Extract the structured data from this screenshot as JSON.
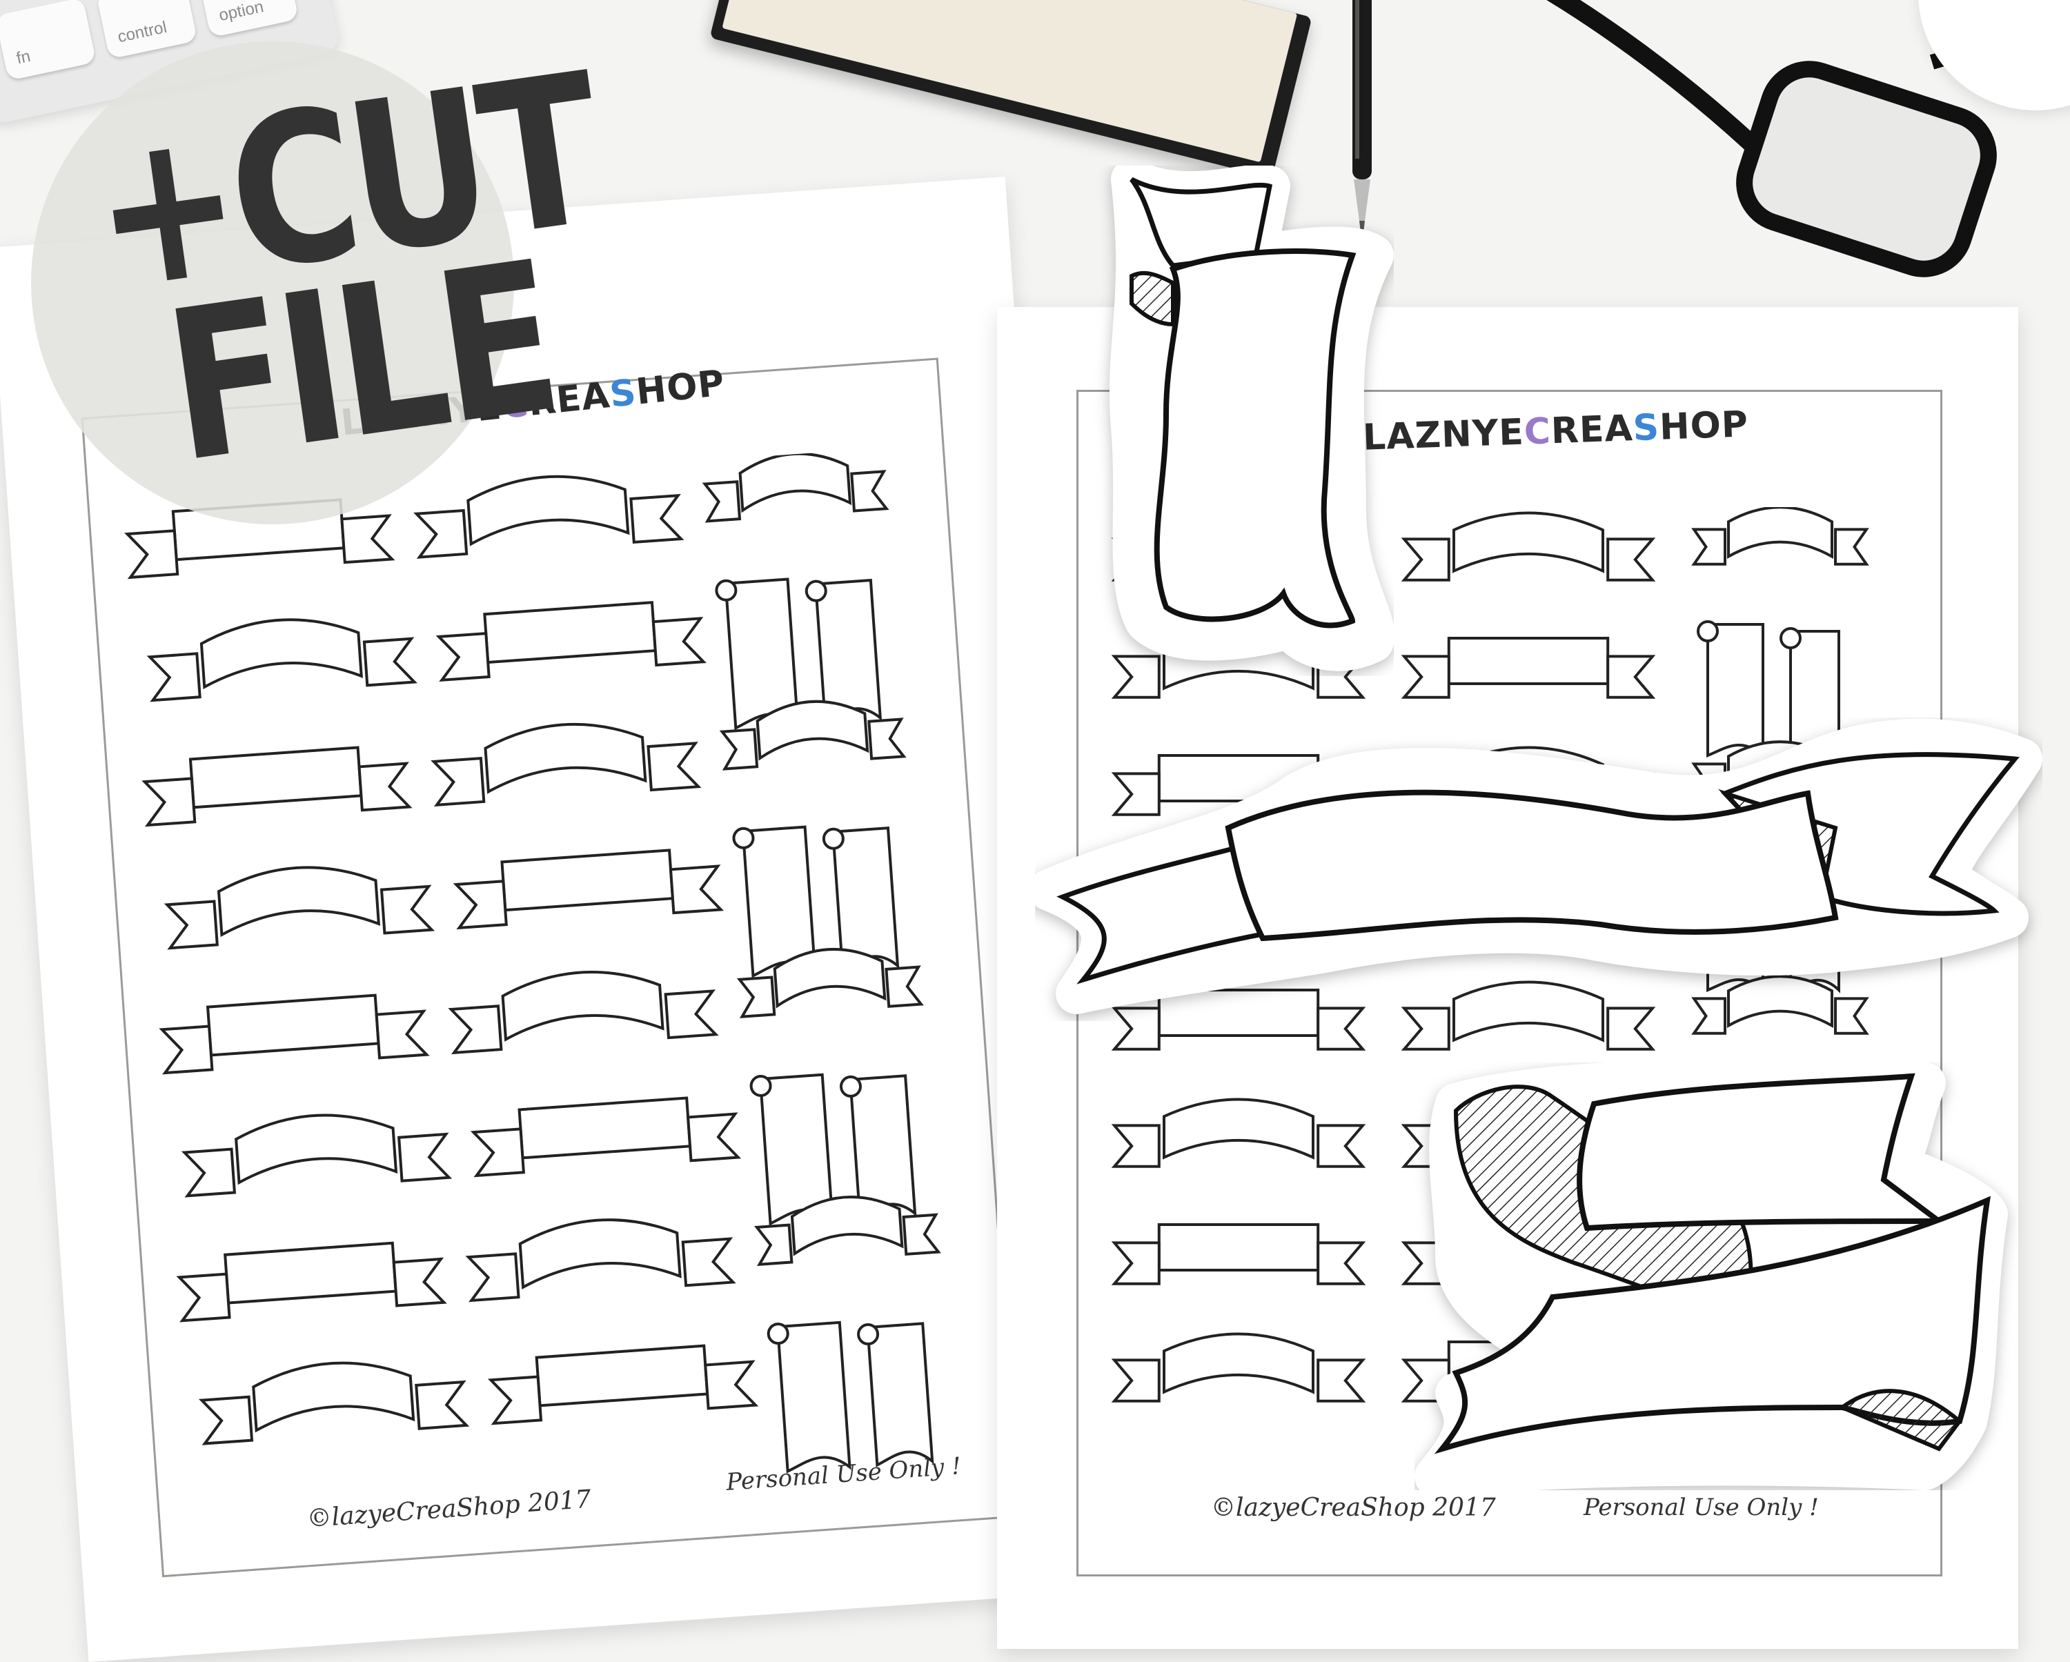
{
  "badge": {
    "line1": "+CUT",
    "line2": "FILE"
  },
  "brand": {
    "part1": "LAZNYE",
    "part2": "C",
    "part3": "REA",
    "part4": "S",
    "part5": "HOP"
  },
  "sheet_footer": {
    "copyright": "©lazyeCreaShop 2017",
    "notice": "Personal Use Only !"
  },
  "keyboard": {
    "key_fn": "fn",
    "key_control": "control",
    "key_option": "option"
  },
  "colors": {
    "brand_red": "#e55b6d",
    "brand_purple": "#9a79c8",
    "brand_blue": "#3c86d6",
    "ink": "#111111"
  }
}
